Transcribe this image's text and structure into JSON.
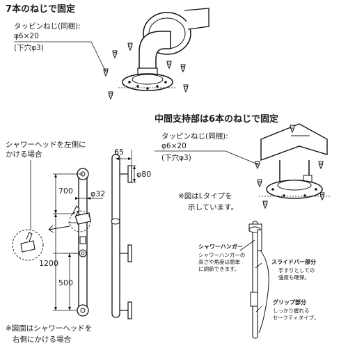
{
  "top": {
    "heading": "7本のねじで固定",
    "screw_label": "タッピンねじ(同梱):",
    "screw_size": "φ6×20",
    "hole": "(下穴φ3)"
  },
  "middle": {
    "heading": "中間支持部は6本のねじで固定",
    "screw_label": "タッピンねじ(同梱):",
    "screw_size": "φ6×20",
    "hole": "(下穴φ3)",
    "note_line1": "※図はLタイプを",
    "note_line2": "示しています。"
  },
  "left": {
    "caption_line1": "シャワーヘッドを左側に",
    "caption_line2": "かける場合",
    "footnote_line1": "※図面はシャワーヘッドを",
    "footnote_line2": "右側にかける場合"
  },
  "dims": {
    "d700": "700",
    "d1200": "1200",
    "d500": "500",
    "d32": "φ32",
    "d65": "65",
    "d80": "φ80"
  },
  "callouts": {
    "hanger_title": "シャワーハンガー",
    "hanger_l1": "シャワーハンガーの",
    "hanger_l2": "高さや角度は簡単",
    "hanger_l3": "に調節できます。",
    "slide_title": "スライドバー部分",
    "slide_l1": "手すりとしての",
    "slide_l2": "強度も確保。",
    "grip_title": "グリップ部分",
    "grip_l1": "しっかり握れる",
    "grip_l2": "セーフティタイプ。"
  }
}
